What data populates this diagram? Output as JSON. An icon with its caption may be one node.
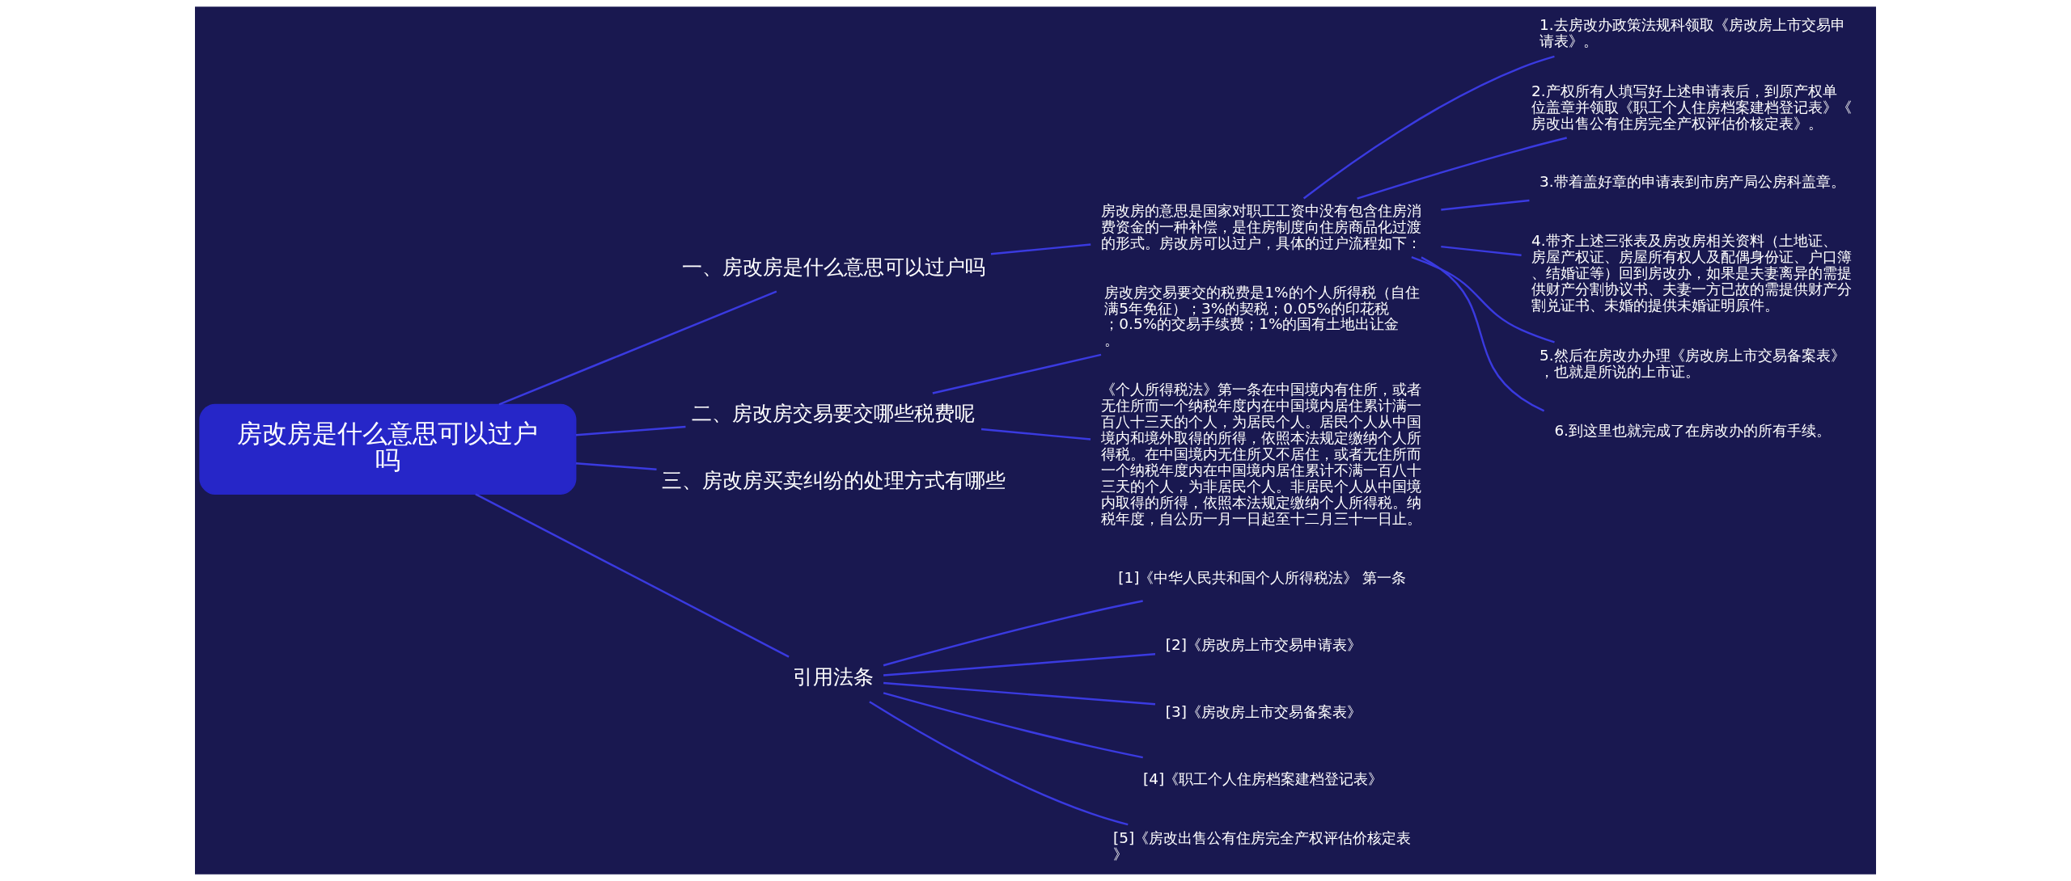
{
  "diagram": {
    "nodes": [
      {
        "text": [
          "房改房是什么意思可以过户吗"
        ]
      },
      {
        "text": [
          "一、房改房是什么意思可以过户吗"
        ]
      },
      {
        "text": [
          "房改房的意思是国家对职工工资中没有包含住房消费资金的一种补偿，是住房制度向住房商品化过渡的形式。房改房可以过户，具体的过户流程如下："
        ]
      },
      {
        "text": [
          "1.去房改办政策法规科领取《房改房上市交易申请表》。"
        ]
      },
      {
        "text": [
          "2.产权所有人填写好上述申请表后，到原产权单位盖章并领取《职工个人住房档案建档登记表》《房改出售公有住房完全产权评估价核定表》。"
        ]
      },
      {
        "text": [
          "3.带着盖好章的申请表到市房产局公房科盖章。"
        ]
      },
      {
        "text": [
          "4.带齐上述三张表及房改房相关资料（土地证、房屋产权证、房屋所有权人及配偶身份证、户口簿、结婚证等）回到房改办，如果是夫妻离异的需提供财产分割协议书、夫妻一方已故的需提供财产分割兑证书、未婚的提供未婚证明原件。"
        ]
      },
      {
        "text": [
          "5.然后在房改办办理《房改房上市交易备案表》，也就是所说的上市证。"
        ]
      },
      {
        "text": [
          "6.到这里也就完成了在房改办的所有手续。"
        ]
      },
      {
        "text": [
          "二、房改房交易要交哪些税费呢"
        ]
      },
      {
        "text": [
          "房改房交易要交的税费是1%的个人所得税（自住满5年免征）；3%的契税；0.05%的印花税；0.5%的交易手续费；1%的国有土地出让金。"
        ]
      },
      {
        "text": [
          "《个人所得税法》第一条在中国境内有住所，或者无住所而一个纳税年度内在中国境内居住累计满一百八十三天的个人，为居民个人。居民个人从中国境内和境外取得的所得，依照本法规定缴纳个人所得税。在中国境内无住所又不居住，或者无住所而一个纳税年度内在中国境内居住累计不满一百八十三天的个人，为非居民个人。非居民个人从中国境内取得的所得，依照本法规定缴纳个人所得税。纳税年度，自公历一月一日起至十二月三十一日止。"
        ]
      },
      {
        "text": [
          "三、房改房买卖纠纷的处理方式有哪些"
        ]
      },
      {
        "text": [
          "引用法条"
        ]
      },
      {
        "text": [
          "[1]《中华人民共和国个人所得税法》 第一条"
        ]
      },
      {
        "text": [
          "[2]《房改房上市交易申请表》"
        ]
      },
      {
        "text": [
          "[3]《房改房上市交易备案表》"
        ]
      },
      {
        "text": [
          "[4]《职工个人住房档案建档登记表》"
        ]
      },
      {
        "text": [
          "[5]《房改出售公有住房完全产权评估价核定表》"
        ]
      }
    ],
    "edges": [
      {
        "from": 0,
        "to": 1,
        "arrow": "none"
      },
      {
        "from": 1,
        "to": 2,
        "arrow": "none"
      },
      {
        "from": 2,
        "to": 3,
        "arrow": "none"
      },
      {
        "from": 2,
        "to": 4,
        "arrow": "none"
      },
      {
        "from": 2,
        "to": 5,
        "arrow": "none"
      },
      {
        "from": 2,
        "to": 6,
        "arrow": "none"
      },
      {
        "from": 2,
        "to": 7,
        "arrow": "none"
      },
      {
        "from": 2,
        "to": 8,
        "arrow": "none"
      },
      {
        "from": 0,
        "to": 9,
        "arrow": "none"
      },
      {
        "from": 9,
        "to": 10,
        "arrow": "none"
      },
      {
        "from": 9,
        "to": 11,
        "arrow": "none"
      },
      {
        "from": 0,
        "to": 12,
        "arrow": "none"
      },
      {
        "from": 0,
        "to": 13,
        "arrow": "none"
      },
      {
        "from": 13,
        "to": 14,
        "arrow": "none"
      },
      {
        "from": 13,
        "to": 15,
        "arrow": "none"
      },
      {
        "from": 13,
        "to": 16,
        "arrow": "none"
      },
      {
        "from": 13,
        "to": 17,
        "arrow": "none"
      },
      {
        "from": 13,
        "to": 18,
        "arrow": "none"
      }
    ]
  }
}
